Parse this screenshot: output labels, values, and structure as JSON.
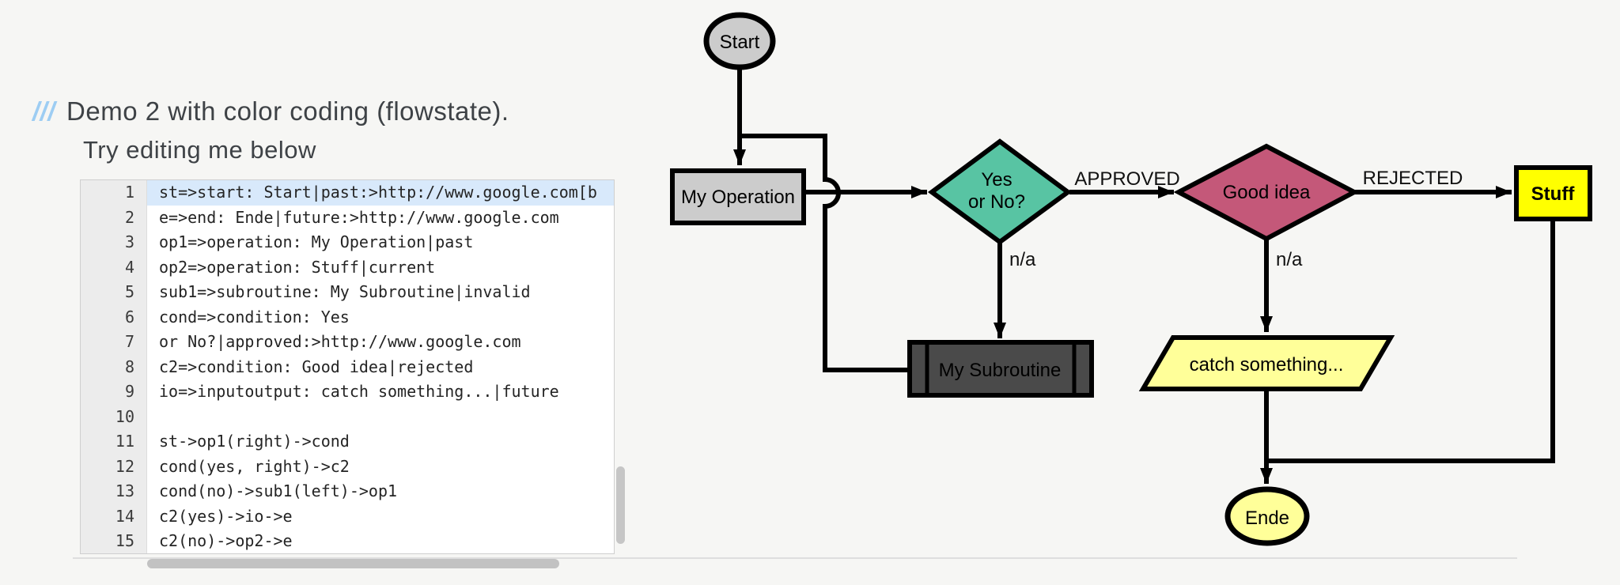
{
  "header": {
    "comment_slashes": "///",
    "title": "Demo 2 with color coding (flowstate).",
    "subtitle": "Try editing me below",
    "slash_color": "#9dcdf3"
  },
  "editor": {
    "highlighted_line": 1,
    "lines": [
      {
        "num": "1",
        "code": "st=>start: Start|past:>http://www.google.com[b"
      },
      {
        "num": "2",
        "code": "e=>end: Ende|future:>http://www.google.com"
      },
      {
        "num": "3",
        "code": "op1=>operation: My Operation|past"
      },
      {
        "num": "4",
        "code": "op2=>operation: Stuff|current"
      },
      {
        "num": "5",
        "code": "sub1=>subroutine: My Subroutine|invalid"
      },
      {
        "num": "6",
        "code": "cond=>condition: Yes"
      },
      {
        "num": "7",
        "code": "or No?|approved:>http://www.google.com"
      },
      {
        "num": "8",
        "code": "c2=>condition: Good idea|rejected"
      },
      {
        "num": "9",
        "code": "io=>inputoutput: catch something...|future"
      },
      {
        "num": "10",
        "code": ""
      },
      {
        "num": "11",
        "code": "st->op1(right)->cond"
      },
      {
        "num": "12",
        "code": "cond(yes, right)->c2"
      },
      {
        "num": "13",
        "code": "cond(no)->sub1(left)->op1"
      },
      {
        "num": "14",
        "code": "c2(yes)->io->e"
      },
      {
        "num": "15",
        "code": "c2(no)->op2->e"
      }
    ]
  },
  "flowchart": {
    "nodes": {
      "start": {
        "label": "Start",
        "state": "past",
        "fill": "#CCCCCC"
      },
      "operation1": {
        "label": "My Operation",
        "state": "past",
        "fill": "#CCCCCC"
      },
      "condition1": {
        "label_line1": "Yes",
        "label_line2": "or No?",
        "state": "approved",
        "fill": "#58C4A3"
      },
      "condition2": {
        "label": "Good idea",
        "state": "rejected",
        "fill": "#C45879"
      },
      "operation2": {
        "label": "Stuff",
        "state": "current",
        "fill": "#FFFF00",
        "font_color": "#EE0000"
      },
      "subroutine1": {
        "label": "My Subroutine",
        "state": "invalid",
        "fill": "#4A4A4A"
      },
      "inputoutput": {
        "label": "catch something...",
        "state": "future",
        "fill": "#FFFF99"
      },
      "end": {
        "label": "Ende",
        "state": "future",
        "fill": "#FFFF99"
      }
    },
    "edge_labels": {
      "approved": "APPROVED",
      "rejected": "REJECTED",
      "cond1_no": "n/a",
      "cond2_no": "n/a"
    }
  }
}
